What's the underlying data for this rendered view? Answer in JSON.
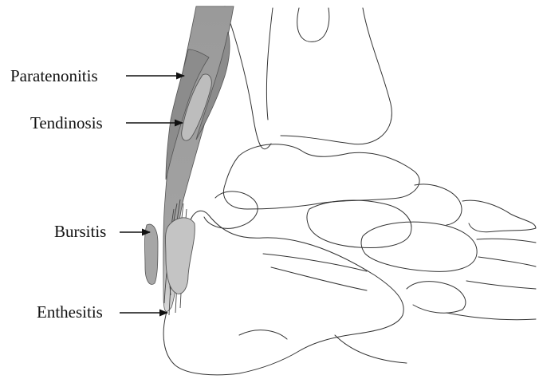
{
  "labels": {
    "paratenonitis": "Paratenonitis",
    "tendinosis": "Tendinosis",
    "bursitis": "Bursitis",
    "enthesitis": "Enthesitis"
  },
  "colors": {
    "paratenon": "#8c8c8c",
    "tendon": "#a8a8a8",
    "tendinosis_lesion": "#bdbdbd",
    "bursa": "#c4c4c4",
    "bone_outline": "#333333",
    "label_text": "#111111"
  }
}
